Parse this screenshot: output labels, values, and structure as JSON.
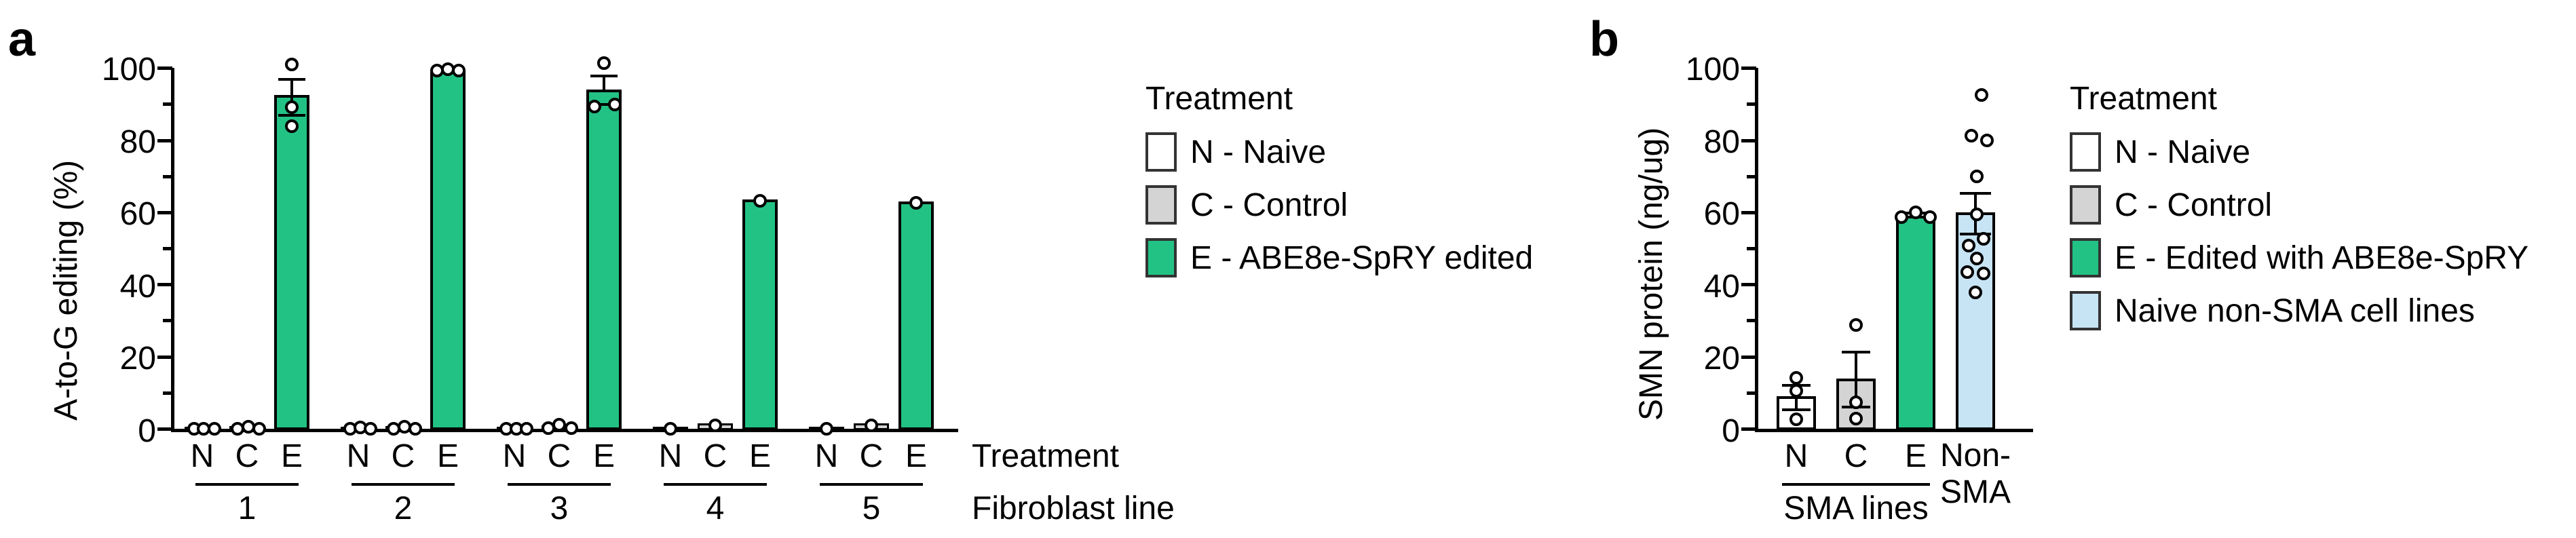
{
  "figure": {
    "panels": [
      {
        "letter": "a",
        "y_axis_title": "A-to-G editing (%)",
        "y_ticks": [
          "0",
          "20",
          "40",
          "60",
          "80",
          "100"
        ],
        "x_side_label_top": "Treatment",
        "x_side_label_bottom": "Fibroblast line",
        "category_labels": [
          "N",
          "C",
          "E"
        ],
        "group_labels": [
          "1",
          "2",
          "3",
          "4",
          "5"
        ],
        "legend": {
          "title": "Treatment",
          "items": [
            {
              "label": "N - Naive",
              "color": "#ffffff"
            },
            {
              "label": "C - Control",
              "color": "#d4d4d4"
            },
            {
              "label": "E - ABE8e-SpRY edited",
              "color": "#22c284"
            }
          ]
        }
      },
      {
        "letter": "b",
        "y_axis_title": "SMN protein (ng/ug)",
        "y_ticks": [
          "0",
          "20",
          "40",
          "60",
          "80",
          "100"
        ],
        "category_labels": [
          "N",
          "C",
          "E",
          "Non-\nSMA"
        ],
        "group_label": "SMA lines",
        "legend": {
          "title": "Treatment",
          "items": [
            {
              "label": "N - Naive",
              "color": "#ffffff"
            },
            {
              "label": "C - Control",
              "color": "#d4d4d4"
            },
            {
              "label": "E - Edited with ABE8e-SpRY",
              "color": "#22c284"
            },
            {
              "label": "Naive non-SMA cell lines",
              "color": "#c7e4f5"
            }
          ]
        }
      }
    ]
  },
  "chart_data": [
    {
      "type": "bar",
      "panel": "a",
      "title": "",
      "xlabel": "Fibroblast line",
      "ylabel": "A-to-G editing (%)",
      "ylim": [
        0,
        100
      ],
      "yticks": [
        0,
        20,
        40,
        60,
        80,
        100
      ],
      "minor_ticks": [
        10,
        30,
        50,
        70,
        90
      ],
      "grid": false,
      "legend_position": "right",
      "groups": [
        "1",
        "2",
        "3",
        "4",
        "5"
      ],
      "categories": [
        "N",
        "C",
        "E"
      ],
      "bars": [
        {
          "group": "1",
          "category": "N",
          "value": 0.2,
          "error": 0.1,
          "color": "#ffffff",
          "points": [
            0.2,
            0.3,
            0.2
          ]
        },
        {
          "group": "1",
          "category": "C",
          "value": 0.4,
          "error": 0.2,
          "color": "#d4d4d4",
          "points": [
            0.3,
            0.6,
            0.4
          ]
        },
        {
          "group": "1",
          "category": "E",
          "value": 92.5,
          "error": 2.5,
          "color": "#22c284",
          "points": [
            99.0,
            91.5,
            89.5
          ]
        },
        {
          "group": "2",
          "category": "N",
          "value": 0.3,
          "error": 0.1,
          "color": "#ffffff",
          "points": [
            0.2,
            0.4,
            0.3
          ]
        },
        {
          "group": "2",
          "category": "C",
          "value": 0.4,
          "error": 0.1,
          "color": "#d4d4d4",
          "points": [
            0.3,
            0.5,
            0.4
          ]
        },
        {
          "group": "2",
          "category": "E",
          "value": 99.0,
          "error": 0.4,
          "color": "#22c284",
          "points": [
            99.0,
            99.3,
            99.0
          ]
        },
        {
          "group": "3",
          "category": "N",
          "value": 0.2,
          "error": 0.1,
          "color": "#ffffff",
          "points": [
            0.2,
            0.3,
            0.2
          ]
        },
        {
          "group": "3",
          "category": "C",
          "value": 0.5,
          "error": 0.2,
          "color": "#d4d4d4",
          "points": [
            0.4,
            0.7,
            0.5
          ]
        },
        {
          "group": "3",
          "category": "E",
          "value": 94.0,
          "error": 1.5,
          "color": "#22c284",
          "points": [
            99.0,
            93.5,
            92.5
          ]
        },
        {
          "group": "4",
          "category": "N",
          "value": 0.2,
          "error": 0.1,
          "color": "#ffffff",
          "points": [
            0.2
          ]
        },
        {
          "group": "4",
          "category": "C",
          "value": 1.0,
          "error": 0.3,
          "color": "#d4d4d4",
          "points": [
            1.2
          ]
        },
        {
          "group": "4",
          "category": "E",
          "value": 63.5,
          "error": 0.5,
          "color": "#22c284",
          "points": [
            64.0
          ]
        },
        {
          "group": "5",
          "category": "N",
          "value": 0.2,
          "error": 0.1,
          "color": "#ffffff",
          "points": [
            0.2
          ]
        },
        {
          "group": "5",
          "category": "C",
          "value": 1.0,
          "error": 0.3,
          "color": "#d4d4d4",
          "points": [
            1.2
          ]
        },
        {
          "group": "5",
          "category": "E",
          "value": 63.0,
          "error": 0.5,
          "color": "#22c284",
          "points": [
            63.5
          ]
        }
      ]
    },
    {
      "type": "bar",
      "panel": "b",
      "title": "",
      "xlabel": "SMA lines",
      "ylabel": "SMN protein (ng/ug)",
      "ylim": [
        0,
        100
      ],
      "yticks": [
        0,
        20,
        40,
        60,
        80,
        100
      ],
      "minor_ticks": [
        10,
        30,
        50,
        70,
        90
      ],
      "grid": false,
      "legend_position": "right",
      "categories": [
        "N",
        "C",
        "E",
        "Non-SMA"
      ],
      "bars": [
        {
          "category": "N",
          "value": 9.0,
          "error": 3.5,
          "color": "#ffffff",
          "points": [
            14.0,
            10.5,
            2.5
          ]
        },
        {
          "category": "C",
          "value": 14.0,
          "error": 7.5,
          "color": "#d4d4d4",
          "points": [
            29.0,
            9.0,
            4.5
          ]
        },
        {
          "category": "E",
          "value": 59.0,
          "error": 1.0,
          "color": "#22c284",
          "points": [
            58.5,
            60.0,
            58.5
          ]
        },
        {
          "category": "Non-SMA",
          "value": 60.0,
          "error": 8.0,
          "color": "#c7e4f5",
          "points": [
            99.0,
            84.0,
            82.0,
            71.0,
            60.0,
            53.0,
            55.0,
            49.0,
            47.0,
            46.0,
            41.0
          ]
        }
      ]
    }
  ]
}
